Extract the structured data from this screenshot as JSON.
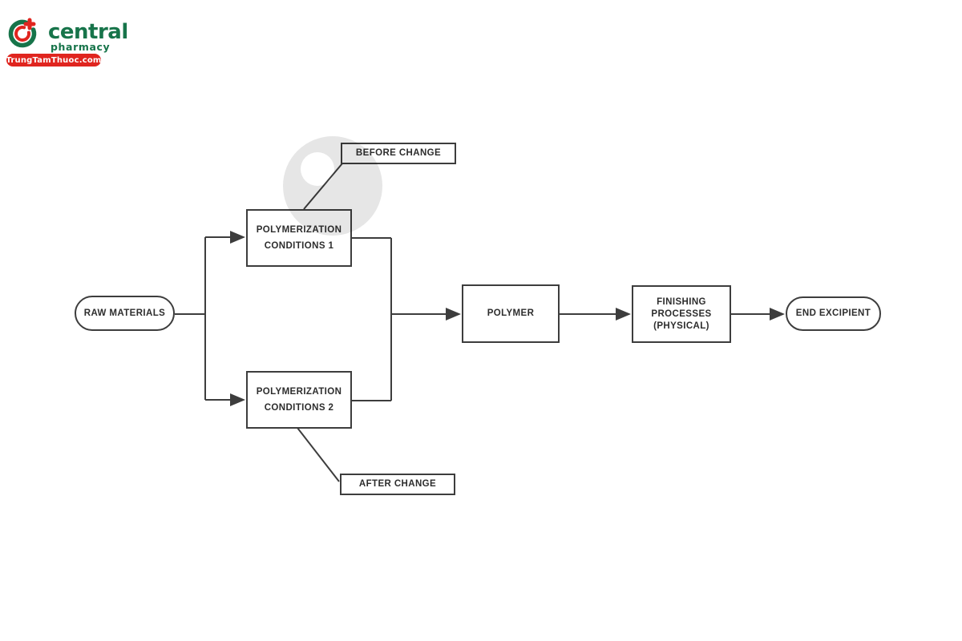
{
  "brand": {
    "name": "central",
    "tagline": "pharmacy",
    "badge": "TrungTamThuoc.com",
    "colors": {
      "green": "#17744A",
      "red": "#E0251F"
    }
  },
  "diagram": {
    "type": "flowchart",
    "line_color": "#3d3d3d",
    "watermark_color": "#e6e6e6",
    "nodes": {
      "raw": {
        "label": "RAW MATERIALS",
        "shape": "stadium"
      },
      "cond1": {
        "line1": "POLYMERIZATION",
        "line2": "CONDITIONS 1",
        "shape": "rect"
      },
      "cond2": {
        "line1": "POLYMERIZATION",
        "line2": "CONDITIONS 2",
        "shape": "rect"
      },
      "before": {
        "label": "BEFORE CHANGE",
        "shape": "rect"
      },
      "after": {
        "label": "AFTER CHANGE",
        "shape": "rect"
      },
      "polymer": {
        "label": "POLYMER",
        "shape": "rect"
      },
      "finishing": {
        "line1": "FINISHING",
        "line2": "PROCESSES",
        "line3": "(PHYSICAL)",
        "shape": "rect"
      },
      "end": {
        "label": "END EXCIPIENT",
        "shape": "stadium"
      }
    },
    "edges": [
      "raw -> branch-point",
      "branch-point -> cond1",
      "branch-point -> cond2",
      "before -- cond1",
      "cond2 -- after",
      "cond1 -> polymer",
      "cond2 -> polymer",
      "polymer -> finishing",
      "finishing -> end"
    ]
  }
}
